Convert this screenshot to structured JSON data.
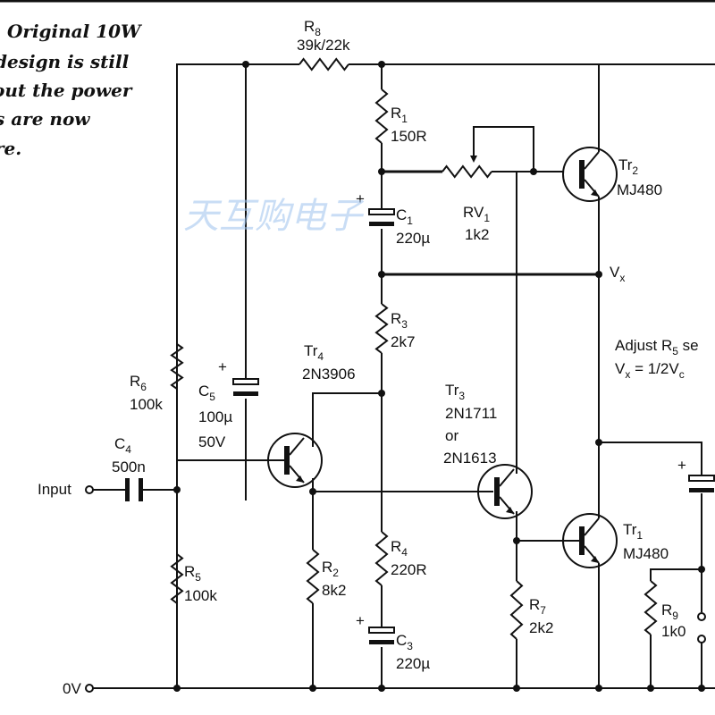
{
  "caption_lines": [
    "Original 10W",
    "design is still",
    "out the power",
    "s are now",
    "re."
  ],
  "watermark": "天互购电子",
  "components": {
    "R8": {
      "name": "R",
      "sub": "8",
      "value": "39k/22k"
    },
    "R1": {
      "name": "R",
      "sub": "1",
      "value": "150R"
    },
    "RV1": {
      "name": "RV",
      "sub": "1",
      "value": "1k2"
    },
    "Tr2": {
      "name": "Tr",
      "sub": "2",
      "value": "MJ480"
    },
    "C1": {
      "name": "C",
      "sub": "1",
      "value": "220µ"
    },
    "R3": {
      "name": "R",
      "sub": "3",
      "value": "2k7"
    },
    "Tr4": {
      "name": "Tr",
      "sub": "4",
      "value": "2N3906"
    },
    "Tr3": {
      "name": "Tr",
      "sub": "3",
      "value": "2N1711",
      "value2": "or",
      "value3": "2N1613"
    },
    "R6": {
      "name": "R",
      "sub": "6",
      "value": "100k"
    },
    "C5": {
      "name": "C",
      "sub": "5",
      "value": "100µ",
      "value2": "50V"
    },
    "C4": {
      "name": "C",
      "sub": "4",
      "value": "500n"
    },
    "R5": {
      "name": "R",
      "sub": "5",
      "value": "100k"
    },
    "R2": {
      "name": "R",
      "sub": "2",
      "value": "8k2"
    },
    "R4": {
      "name": "R",
      "sub": "4",
      "value": "220R"
    },
    "C3": {
      "name": "C",
      "sub": "3",
      "value": "220µ"
    },
    "R7": {
      "name": "R",
      "sub": "7",
      "value": "2k2"
    },
    "Tr1": {
      "name": "Tr",
      "sub": "1",
      "value": "MJ480"
    },
    "R9": {
      "name": "R",
      "sub": "9",
      "value": "1k0"
    }
  },
  "nodes": {
    "vx": {
      "name": "V",
      "sub": "x"
    },
    "input": "Input",
    "ground": "0V"
  },
  "adjust_note": {
    "line1_a": "Adjust R",
    "line1_sub": "5",
    "line1_b": " se",
    "line2_a": "V",
    "line2_sub1": "x",
    "line2_b": " = 1/2V",
    "line2_sub2": "c"
  },
  "plus_sign": "+"
}
